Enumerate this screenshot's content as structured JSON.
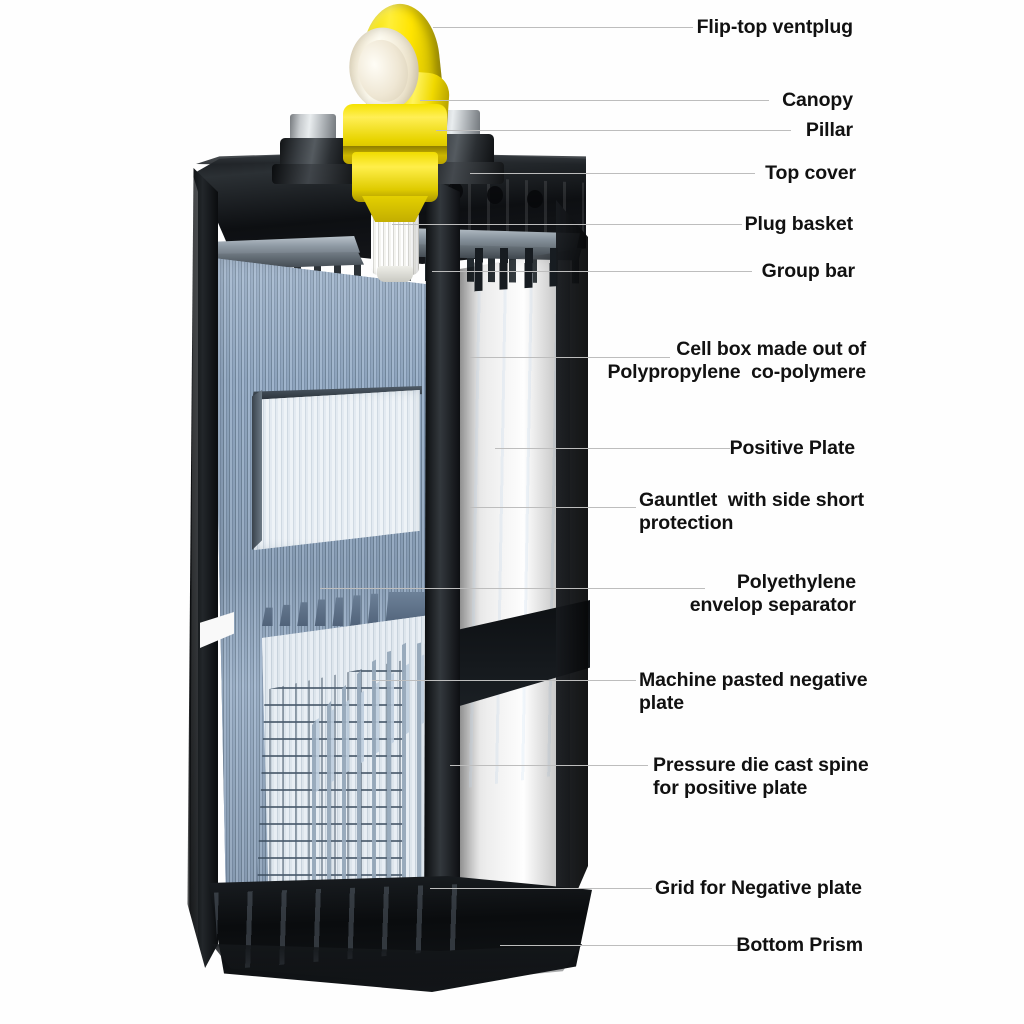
{
  "diagram": {
    "title": "Tubular lead-acid battery cell cutaway",
    "background_color": "#fefefe",
    "leader_line_color": "#bdbdbd",
    "label_color": "#111111",
    "accent_colors": {
      "ventplug_yellow": "#ffe400",
      "plate_blue_grey": "#8ea4bd",
      "cutaway_light": "#dde6ee",
      "casing_black": "#0d0f12",
      "metal_grey": "#b2b7bb"
    }
  },
  "labels": [
    {
      "id": "flip-top-ventplug",
      "text": "Flip-top ventplug",
      "align": "right"
    },
    {
      "id": "canopy",
      "text": "Canopy",
      "align": "right"
    },
    {
      "id": "pillar",
      "text": "Pillar",
      "align": "right"
    },
    {
      "id": "top-cover",
      "text": "Top cover",
      "align": "right"
    },
    {
      "id": "plug-basket",
      "text": "Plug basket",
      "align": "right"
    },
    {
      "id": "group-bar",
      "text": "Group bar",
      "align": "right"
    },
    {
      "id": "cell-box",
      "text": "Cell box made out of\nPolypropylene  co-polymere",
      "align": "right"
    },
    {
      "id": "positive-plate",
      "text": "Positive Plate",
      "align": "right"
    },
    {
      "id": "gauntlet",
      "text": "Gauntlet  with side short\nprotection",
      "align": "left"
    },
    {
      "id": "polyethylene-separator",
      "text": "Polyethylene\nenvelop separator",
      "align": "right"
    },
    {
      "id": "machine-pasted-negative-plate",
      "text": "Machine pasted negative\nplate",
      "align": "left"
    },
    {
      "id": "pressure-die-cast-spine",
      "text": "Pressure die cast spine\nfor positive plate",
      "align": "left"
    },
    {
      "id": "grid-for-negative-plate",
      "text": "Grid for Negative plate",
      "align": "left"
    },
    {
      "id": "bottom-prism",
      "text": "Bottom Prism",
      "align": "right"
    }
  ],
  "components": [
    {
      "id": "flip-top-ventplug",
      "name": "flip-top ventplug"
    },
    {
      "id": "canopy",
      "name": "canopy"
    },
    {
      "id": "pillar",
      "name": "pillar"
    },
    {
      "id": "top-cover",
      "name": "top cover"
    },
    {
      "id": "plug-basket",
      "name": "plug basket"
    },
    {
      "id": "group-bar",
      "name": "group bar"
    },
    {
      "id": "cell-box",
      "name": "cell box"
    },
    {
      "id": "positive-plate",
      "name": "positive plate"
    },
    {
      "id": "gauntlet",
      "name": "gauntlet"
    },
    {
      "id": "polyethylene-separator",
      "name": "polyethylene envelop separator"
    },
    {
      "id": "negative-plate",
      "name": "machine pasted negative plate"
    },
    {
      "id": "spine",
      "name": "pressure die cast spine"
    },
    {
      "id": "negative-grid",
      "name": "grid for negative plate"
    },
    {
      "id": "bottom-prism",
      "name": "bottom prism"
    }
  ]
}
